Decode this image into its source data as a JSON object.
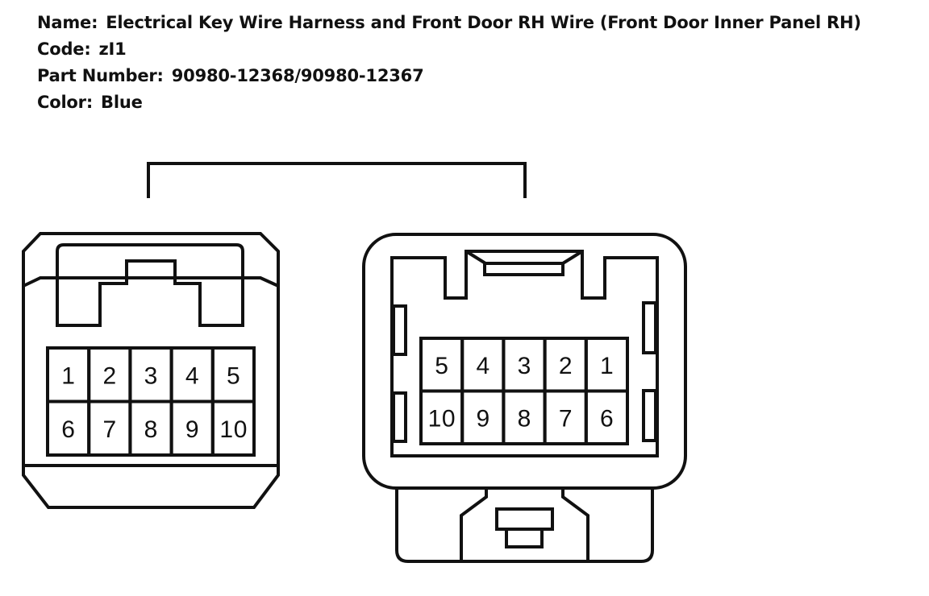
{
  "header": {
    "name_label": "Name:",
    "name_value": "Electrical Key Wire Harness and Front Door RH Wire (Front Door Inner Panel RH)",
    "code_label": "Code:",
    "code_value": "zI1",
    "part_label": "Part Number:",
    "part_value": "90980-12368/90980-12367",
    "color_label": "Color:",
    "color_value": "Blue"
  },
  "left_connector": {
    "top_row": [
      "1",
      "2",
      "3",
      "4",
      "5"
    ],
    "bottom_row": [
      "6",
      "7",
      "8",
      "9",
      "10"
    ]
  },
  "right_connector": {
    "top_row": [
      "5",
      "4",
      "3",
      "2",
      "1"
    ],
    "bottom_row": [
      "10",
      "9",
      "8",
      "7",
      "6"
    ]
  }
}
